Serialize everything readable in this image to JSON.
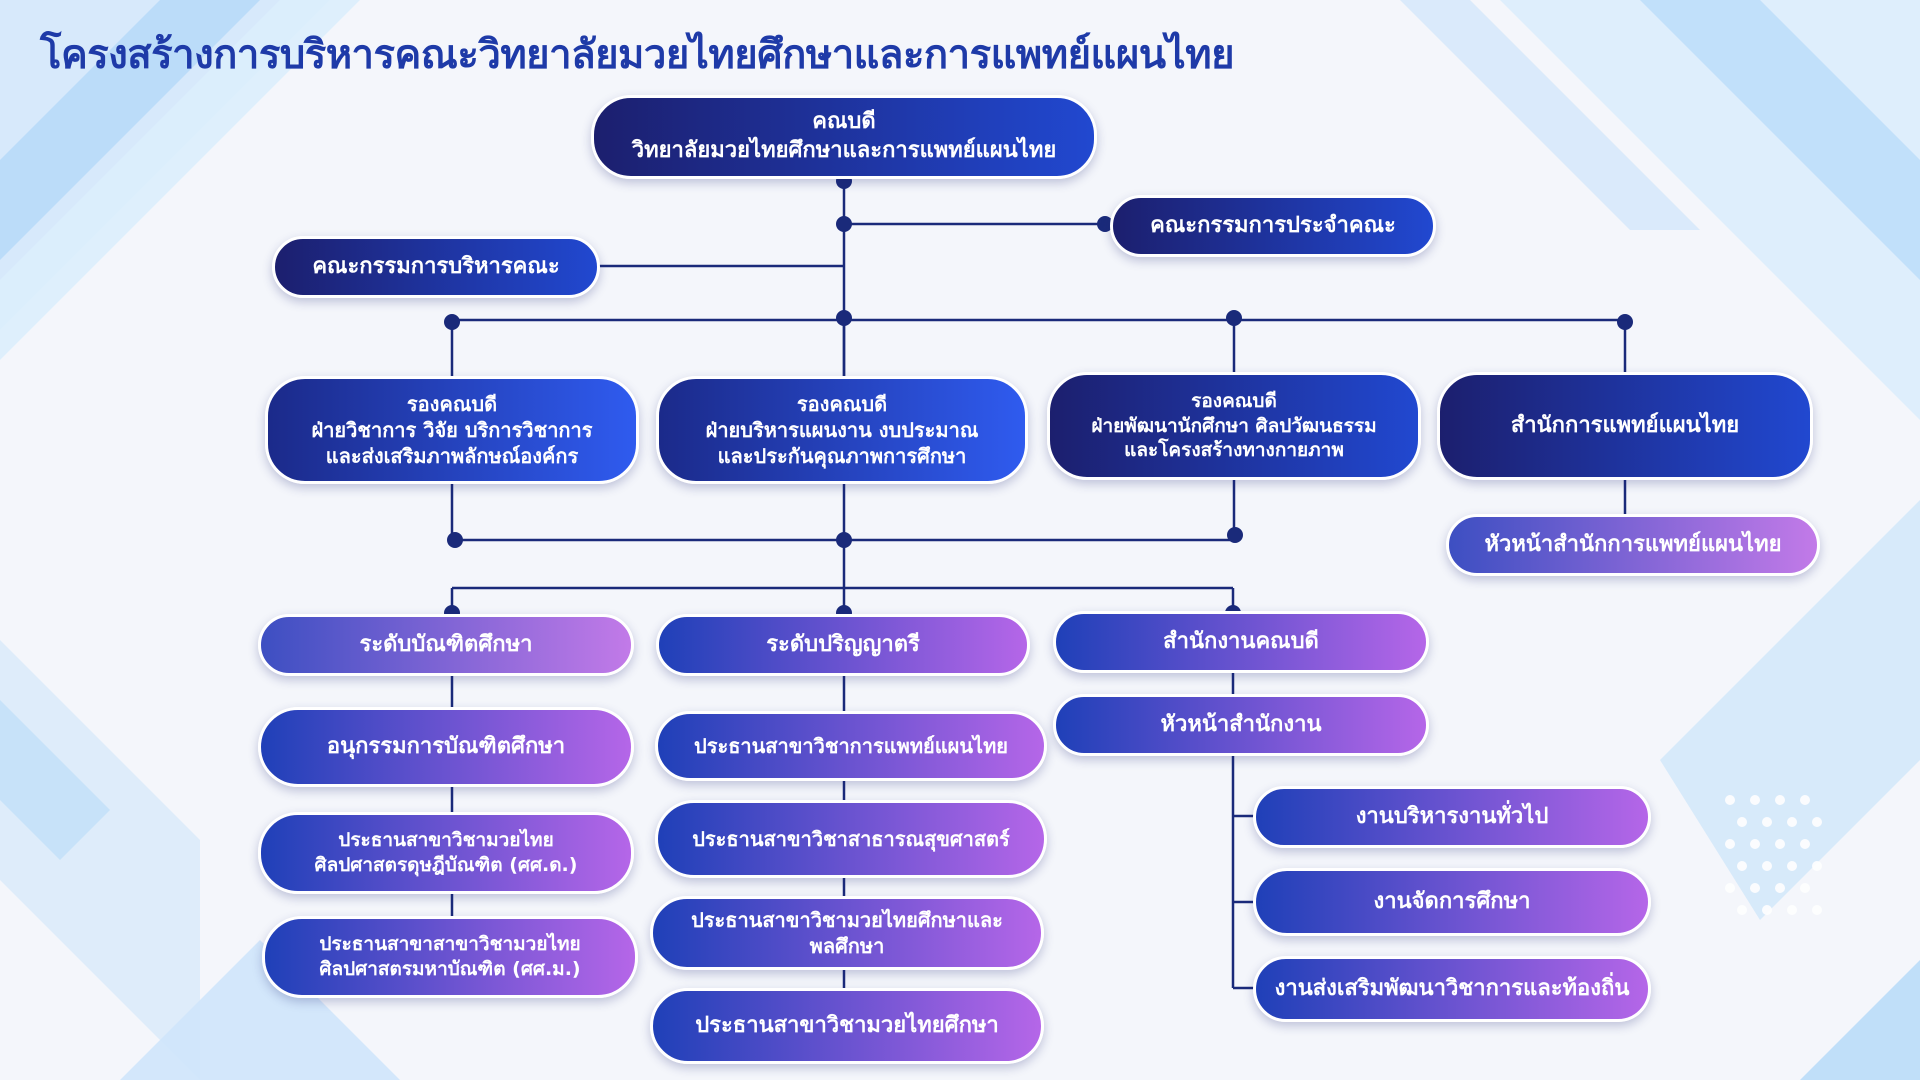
{
  "title": "โครงสร้างการบริหารคณะวิทยาลัยมวยไทยศึกษาและการแพทย์แผนไทย",
  "colors": {
    "title": "#1e3aa8",
    "connector": "#1a2a7a",
    "node_dark": "#1c1f6e",
    "node_blue": "#2f5bef",
    "node_purple": "#b566e8"
  },
  "nodes": {
    "dean": {
      "line1": "คณบดี",
      "line2": "วิทยาลัยมวยไทยศึกษาและการแพทย์แผนไทย"
    },
    "faculty_committee": "คณะกรรมการประจำคณะ",
    "admin_committee": "คณะกรรมการบริหารคณะ",
    "vp_academic": {
      "line1": "รองคณบดี",
      "line2": "ฝ่ายวิชาการ วิจัย บริการวิชาการ",
      "line3": "และส่งเสริมภาพลักษณ์องค์กร"
    },
    "vp_admin": {
      "line1": "รองคณบดี",
      "line2": "ฝ่ายบริหารแผนงาน งบประมาณ",
      "line3": "และประกันคุณภาพการศึกษา"
    },
    "vp_student": {
      "line1": "รองคณบดี",
      "line2": "ฝ่ายพัฒนานักศึกษา ศิลปวัฒนธรรม",
      "line3": "และโครงสร้างทางกายภาพ"
    },
    "thai_med_office": "สำนักการแพทย์แผนไทย",
    "thai_med_head": "หัวหน้าสำนักการแพทย์แผนไทย",
    "graduate_level": "ระดับบัณฑิตศึกษา",
    "graduate_committee": "อนุกรรมการบัณฑิตศึกษา",
    "phd_chair": {
      "line1": "ประธานสาขาวิชามวยไทย",
      "line2": "ศิลปศาสตรดุษฎีบัณฑิต (ศศ.ด.)"
    },
    "master_chair": {
      "line1": "ประธานสาขาสาขาวิชามวยไทย",
      "line2": "ศิลปศาสตรมหาบัณฑิต (ศศ.ม.)"
    },
    "bachelor_level": "ระดับปริญญาตรี",
    "chair_thai_med": "ประธานสาขาวิชาการแพทย์แผนไทย",
    "chair_public_health": "ประธานสาขาวิชาสาธารณสุขศาสตร์",
    "chair_muaythai_pe": {
      "line1": "ประธานสาขาวิชามวยไทยศึกษาและ",
      "line2": "พลศึกษา"
    },
    "chair_muaythai": "ประธานสาขาวิชามวยไทยศึกษา",
    "dean_office": "สำนักงานคณบดี",
    "office_head": "หัวหน้าสำนักงาน",
    "general_admin": "งานบริหารงานทั่วไป",
    "education_mgmt": "งานจัดการศึกษา",
    "academic_promotion": "งานส่งเสริมพัฒนาวิชาการและท้องถิ่น"
  }
}
